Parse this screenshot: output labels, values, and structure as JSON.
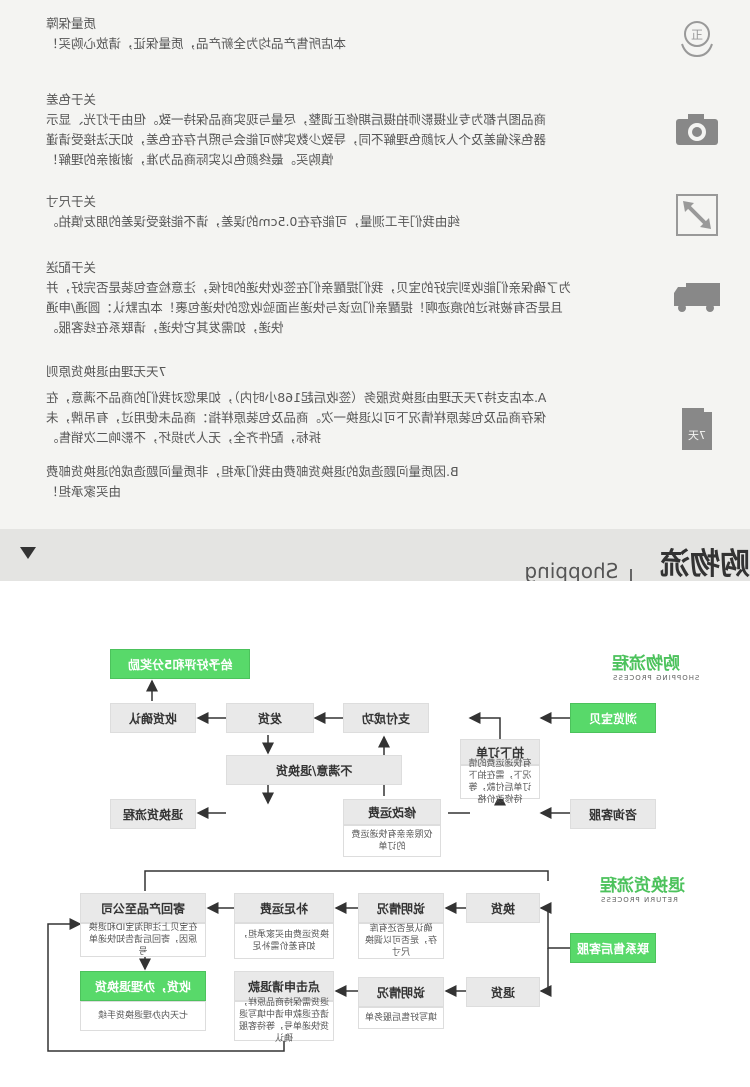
{
  "policy": {
    "quality": {
      "title": "质量保障",
      "text": "本店所售产品均为全新产品，质量保证，请放心购买！",
      "icon": "quality-seal-icon",
      "icon_char": "正"
    },
    "color": {
      "title": "关于色差",
      "line1": "商品图片都为专业摄影师拍摄后期修正调整，尽量与现实商品保持一致。但由于灯光、显示",
      "line2": "器色彩偏差及个人对颜色理解不同，导致少数实物可能会与照片存在色差，如无法接受请谨",
      "line3": "慎购买。最终颜色以实际商品为准，谢谢亲的理解！",
      "icon": "camera-icon"
    },
    "size": {
      "title": "关于尺寸",
      "text": "纯由我们手工测量，可能存在0.5cm的误差，请不能接受误差的朋友慎拍。",
      "icon": "resize-arrow-icon"
    },
    "shipping": {
      "title": "关于配送",
      "line1": "为了确保亲们能收到完好的宝贝，我们提醒亲们在签收快递的时候，注意检查包装是否完好，并",
      "line2": "且是否有被拆过的痕迹啊！提醒亲们应该与快递当面验收您的快递包裹！本店默认：圆通/申通",
      "line3": "快递，如需发其它快递，请联系在线客服。",
      "icon": "delivery-truck-icon"
    },
    "returns": {
      "title": "7天无理由退换货原则",
      "a1": "A.本店支持7天无理由退换货服务（签收后起168小时内），如果您对我们的商品不满意，在",
      "a2": "保存商品及包装原样情况下可以退换一次。商品及包装原样指：商品未使用过，有吊牌，未",
      "a3": "拆标，配件齐全，无人为损坏，不影响二次销售。",
      "b1": "B.因质量问题造成的退换货邮费由我们承担，非质量问题造成的退换货邮费",
      "b2": "由买家承担！",
      "icon": "seven-day-return-icon",
      "icon_char": "7天"
    }
  },
  "section": {
    "title_en": "Shopping process",
    "title_cn": "购物流程"
  },
  "flow": {
    "shopping_label": "购物流程",
    "shopping_label_en": "SHOPPING PROCESS",
    "returns_label": "退换货流程",
    "returns_label_en": "RETURN PROCESS",
    "browse": "浏览宝贝",
    "order": "拍下订单",
    "order_note": "有快递运费的情况下，需在拍下订单后付款，等待修改价格",
    "consult": "咨询客服",
    "modify_fee": "修改运费",
    "modify_note": "仅限亲亲有快递运费的订单",
    "paid": "支付成功",
    "ship": "发货",
    "receive": "收货确认",
    "rate": "给予好评和5分奖励",
    "unhappy": "不满意/退换货",
    "return_flow": "退换货流程",
    "contact": "联系售后客服",
    "exchange": "换货",
    "explain1": "说明情况",
    "explain1_note": "确认是否还有库存，是否可以调换尺寸",
    "topup": "补足运费",
    "topup_note": "换货运费由买家承担，如有差价需补足",
    "send_back": "寄回产品至公司",
    "send_note": "在宝贝上注明淘宝ID和退换原因，寄回后请告知快递单号",
    "refund": "退货",
    "explain2": "说明情况",
    "explain2_note": "填写好售后服务单",
    "apply": "点击申请退款",
    "apply_note": "退货需保持商品原样，请在退款申请中填写退货快递单号，等待客服确认",
    "done": "收货，办理退换货",
    "done_note": "七天内办理退换货手续"
  }
}
